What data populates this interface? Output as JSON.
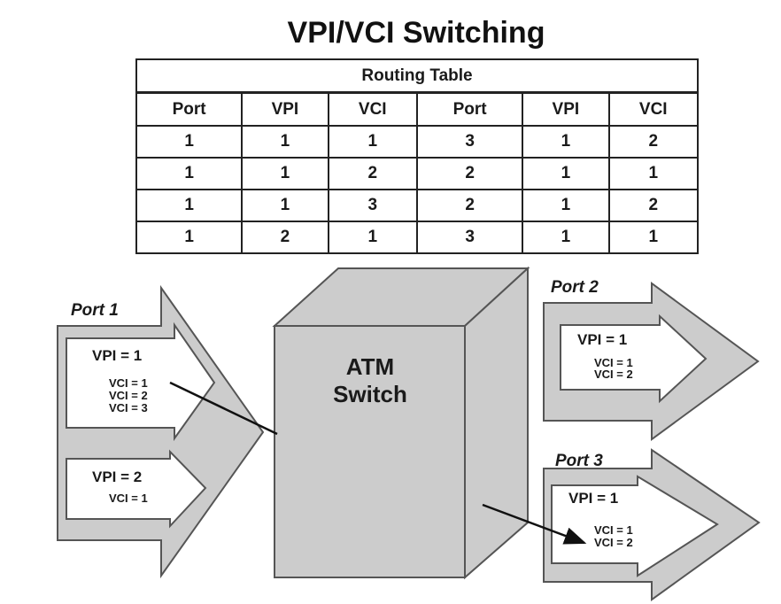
{
  "title": "VPI/VCI Switching",
  "routing_table": {
    "caption": "Routing Table",
    "headers": [
      "Port",
      "VPI",
      "VCI",
      "Port",
      "VPI",
      "VCI"
    ],
    "rows": [
      [
        "1",
        "1",
        "1",
        "3",
        "1",
        "2"
      ],
      [
        "1",
        "1",
        "2",
        "2",
        "1",
        "1"
      ],
      [
        "1",
        "1",
        "3",
        "2",
        "1",
        "2"
      ],
      [
        "1",
        "2",
        "1",
        "3",
        "1",
        "1"
      ]
    ]
  },
  "switch": {
    "line1": "ATM",
    "line2": "Switch"
  },
  "ports": {
    "port1": {
      "label": "Port 1",
      "paths": [
        {
          "vpi": "VPI = 1",
          "vcis": [
            "VCI = 1",
            "VCI = 2",
            "VCI = 3"
          ]
        },
        {
          "vpi": "VPI = 2",
          "vcis": [
            "VCI = 1"
          ]
        }
      ]
    },
    "port2": {
      "label": "Port 2",
      "paths": [
        {
          "vpi": "VPI = 1",
          "vcis": [
            "VCI = 1",
            "VCI = 2"
          ]
        }
      ]
    },
    "port3": {
      "label": "Port 3",
      "paths": [
        {
          "vpi": "VPI = 1",
          "vcis": [
            "VCI = 1",
            "VCI = 2"
          ]
        }
      ]
    }
  },
  "colors": {
    "fill_gray": "#cccccc",
    "outline": "#555555",
    "line": "#111111"
  }
}
